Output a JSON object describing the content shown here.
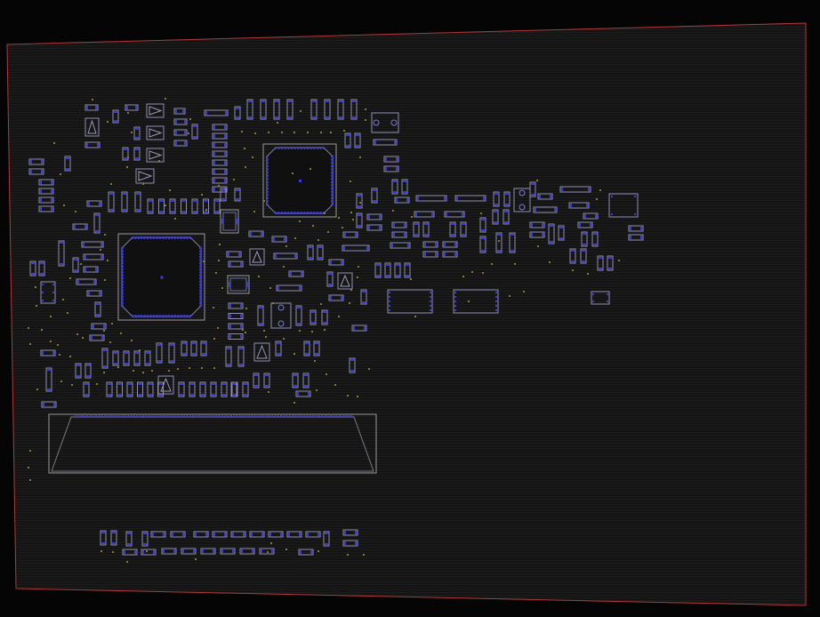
{
  "view": {
    "background_color": "#050505",
    "board_fill_color": "#141414",
    "board_scanline_color": "#1d1d1d",
    "board_outline_color": "#b23a3a",
    "component_outline_color": "#8f8fb4",
    "pad_color": "#3c3cd8",
    "via_color": "#8a7a2e",
    "icons": {
      "board": "pcb-board-shape",
      "component": "footprint-outline",
      "via": "square-via-dot"
    }
  }
}
